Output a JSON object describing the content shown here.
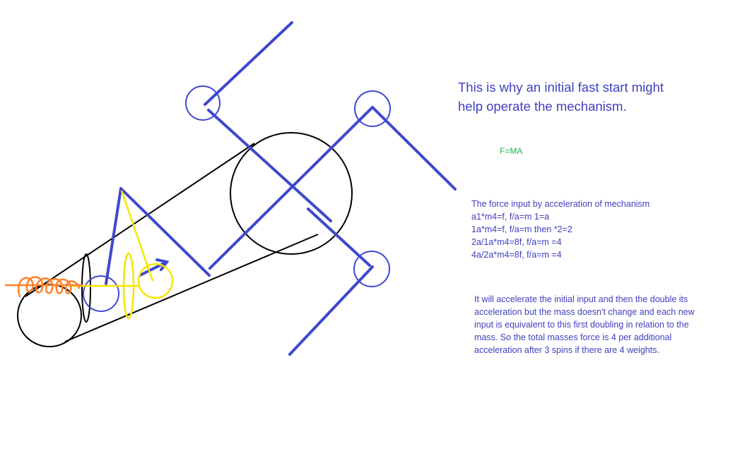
{
  "colors": {
    "blue_text": "#3f3fbf",
    "green_text": "#22b14c",
    "blue_ink": "#3f48cc",
    "black_ink": "#000000",
    "yellow_ink": "#f5e600",
    "orange_ink": "#ff7f27"
  },
  "headline": [
    "This is why an initial fast start might",
    "help operate the mechanism."
  ],
  "formula": "F=MA",
  "force_lines": [
    "The force input by acceleration of mechanism",
    "a1*m4=f, f/a=m 1=a",
    "1a*m4=f, f/a=m then *2=2",
    "2a/1a*m4=8f, f/a=m =4",
    "4a/2a*m4=8f, f/a=m =4"
  ],
  "explanation_lines": [
    "It will accelerate the initial input and then the double its",
    "acceleration but the mass doesn't change and each new",
    "input is equivalent to this first doubling in relation to the",
    "mass.  So the total masses force is 4 per additional",
    "acceleration after 3 spins if there are 4 weights."
  ]
}
